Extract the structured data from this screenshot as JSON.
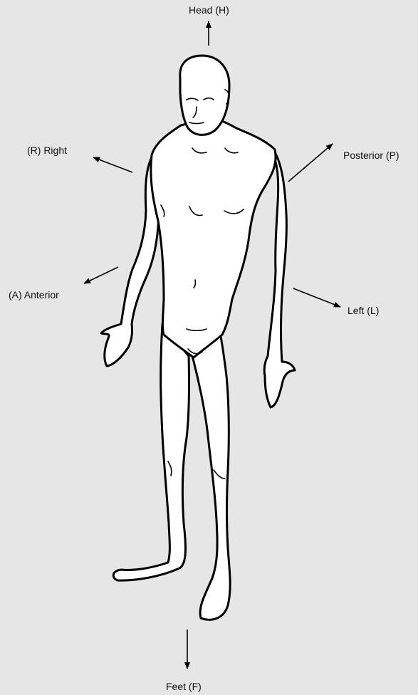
{
  "labels": {
    "head": "Head (H)",
    "right": "(R) Right",
    "posterior": "Posterior (P)",
    "anterior": "(A) Anterior",
    "left": "Left (L)",
    "feet": "Feet (F)"
  },
  "colors": {
    "background": "#e6e6e6",
    "figure_fill": "#ffffff",
    "ink": "#000000"
  },
  "icons": [
    "arrow-icon",
    "human-body-figure"
  ]
}
